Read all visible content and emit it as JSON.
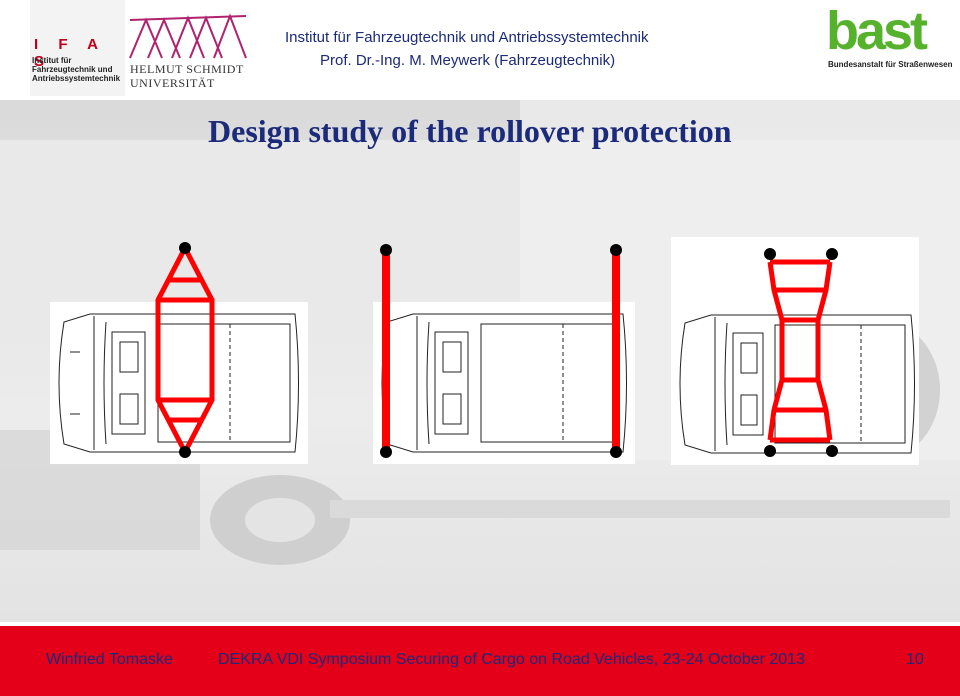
{
  "header": {
    "ifas_letters": "I F A S",
    "ifas_subtitle": "Institut für Fahrzeugtechnik und Antriebssystemtechnik",
    "university": "HELMUT SCHMIDT UNIVERSITÄT",
    "institute": "Institut für Fahrzeugtechnik und Antriebssystemtechnik",
    "professor": "Prof. Dr.-Ing. M. Meywerk (Fahrzeugtechnik)",
    "bast_logo": "bast",
    "bast_subtitle": "Bundesanstalt für Straßenwesen"
  },
  "slide": {
    "title": "Design study of the rollover protection"
  },
  "figures": [
    {
      "variant": "a-frame rollover protection"
    },
    {
      "variant": "vertical bars rollover protection"
    },
    {
      "variant": "ladder frame rollover protection"
    }
  ],
  "colors": {
    "accent": "#e50019",
    "text_blue": "#1b2a7a",
    "bar_red": "#ff0000",
    "bast_green": "#56b22d"
  },
  "footer": {
    "author": "Winfried Tomaske",
    "event": "DEKRA VDI Symposium Securing of Cargo on Road Vehicles, 23-24 October 2013",
    "page": "10"
  }
}
